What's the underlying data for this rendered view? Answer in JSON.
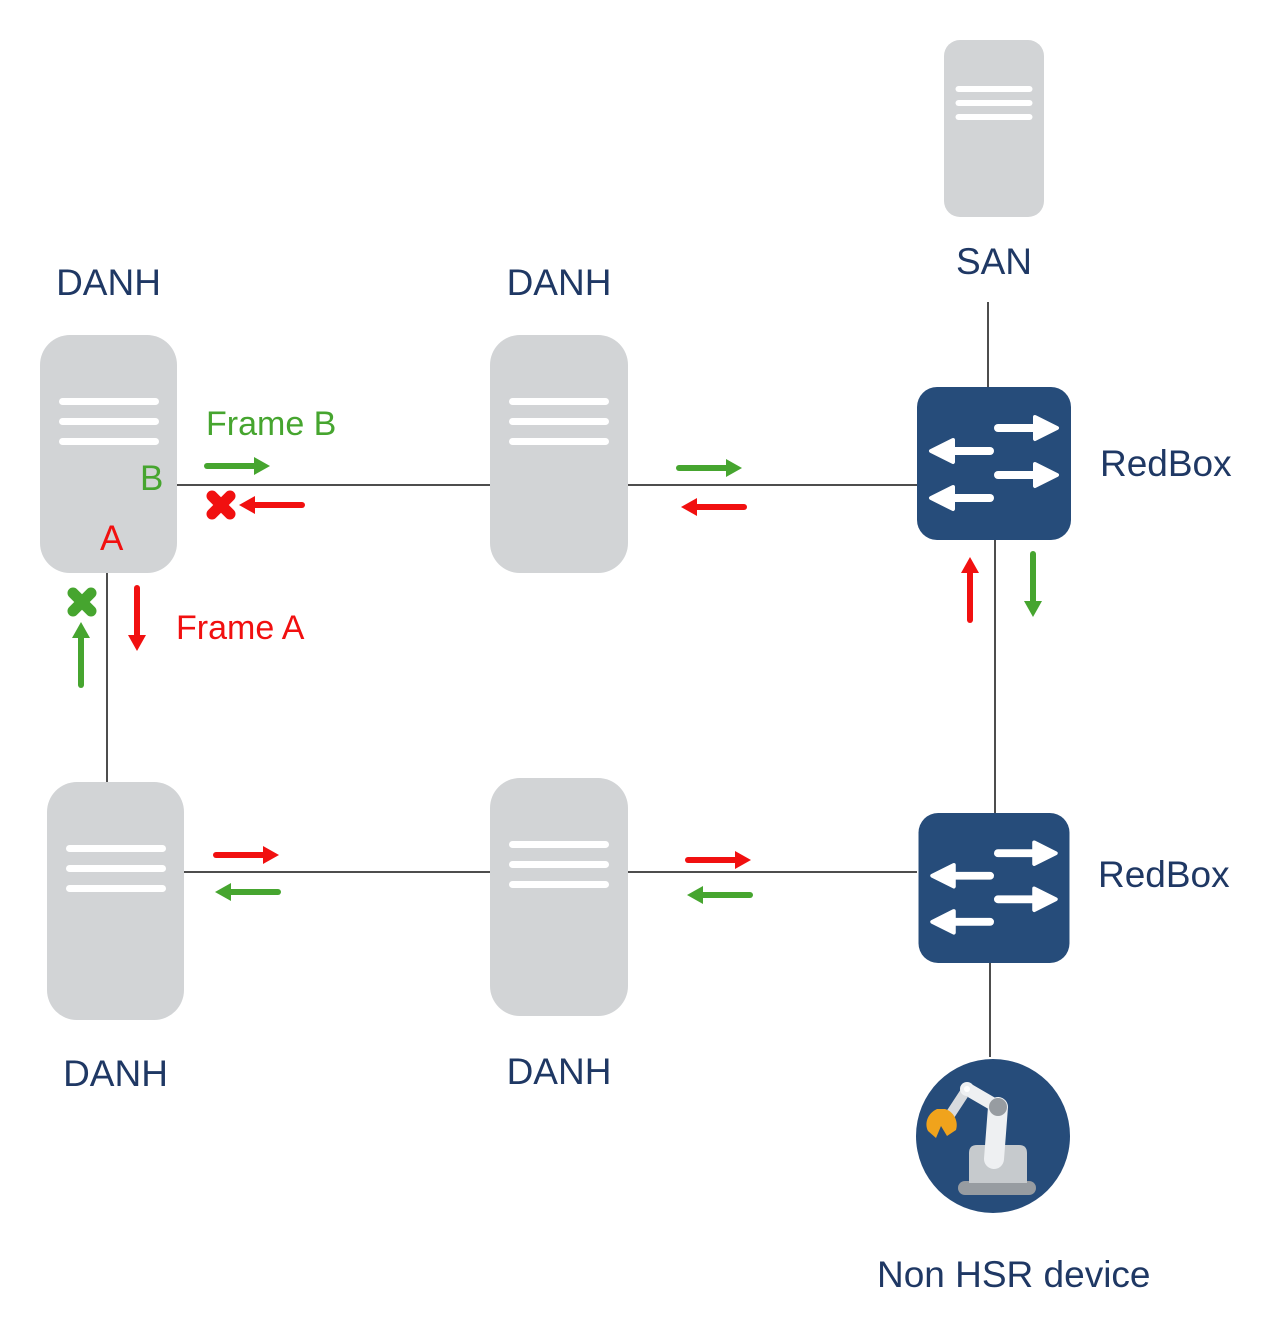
{
  "colors": {
    "navy_text": "#1f3864",
    "node_blue": "#264c7a",
    "server_gray": "#d2d4d6",
    "line_gray": "#4d4d4d",
    "green": "#46a52f",
    "red": "#f11010",
    "robot_light": "#eef0f2",
    "robot_mid": "#c6cacd",
    "robot_dark": "#979ca1",
    "robot_orange": "#f0a31c"
  },
  "nodes": {
    "danh_top_left": {
      "label": "DANH",
      "port_b": "B",
      "port_a": "A",
      "icon": "server-icon"
    },
    "danh_top_middle": {
      "label": "DANH",
      "icon": "server-icon"
    },
    "san": {
      "label": "SAN",
      "icon": "server-icon"
    },
    "redbox_top": {
      "label": "RedBox",
      "icon": "switch-arrows-icon"
    },
    "danh_bottom_left": {
      "label": "DANH",
      "icon": "server-icon"
    },
    "danh_bottom_middle": {
      "label": "DANH",
      "icon": "server-icon"
    },
    "redbox_bottom": {
      "label": "RedBox",
      "icon": "switch-arrows-icon"
    },
    "non_hsr_device": {
      "label": "Non HSR device",
      "icon": "robot-arm-icon"
    }
  },
  "annotations": {
    "frame_a": "Frame A",
    "frame_b": "Frame B"
  }
}
